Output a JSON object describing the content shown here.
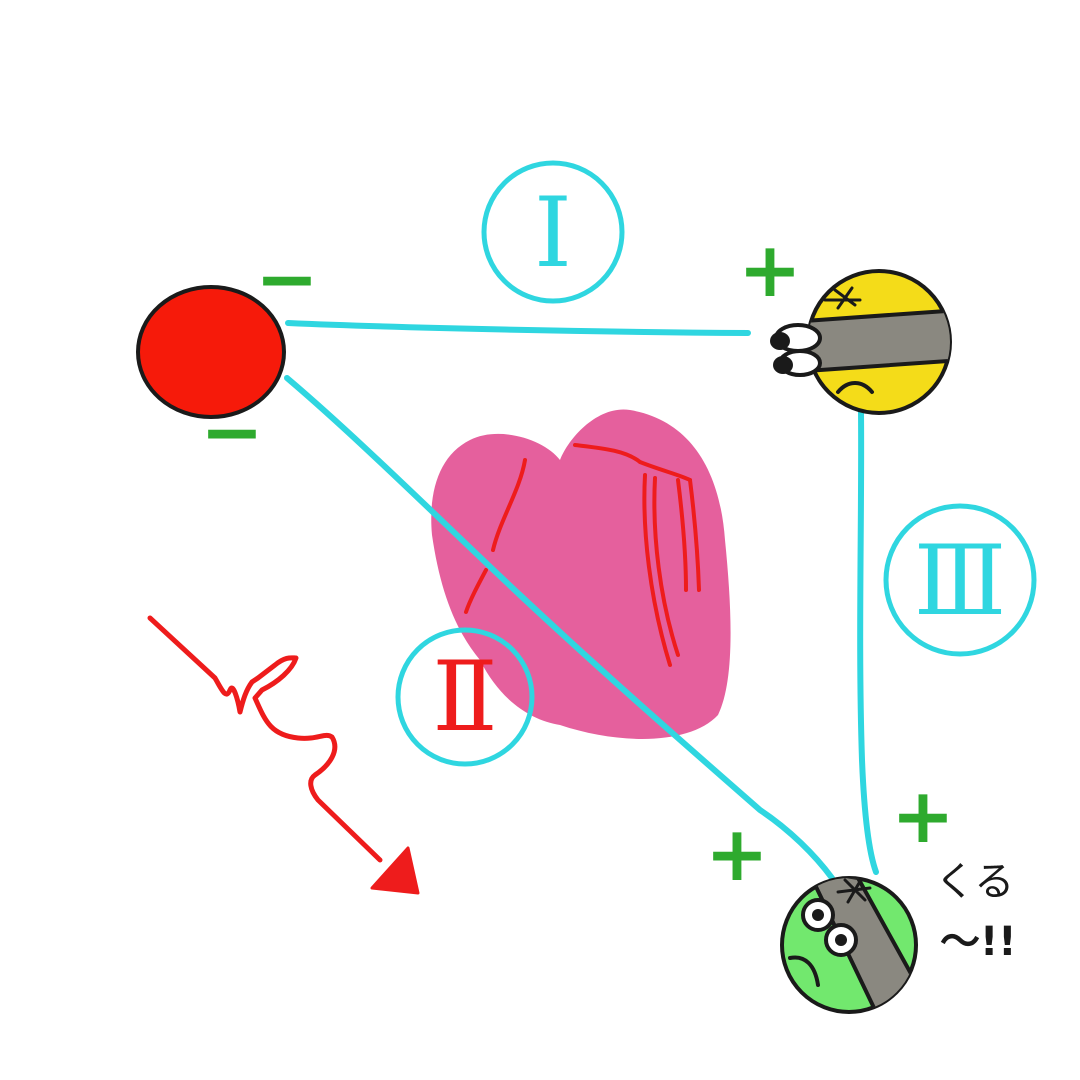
{
  "colors": {
    "lead_line": "#2fd6e0",
    "sign": "#2eaa2e",
    "heart": "#e5609d",
    "vessel": "#ee1c1c",
    "right_arm": "#f61a0a",
    "left_arm": "#f4dc19",
    "left_leg": "#72e86e",
    "band": "#8a8880",
    "outline": "#1a1a1a"
  },
  "leads": [
    {
      "label": "Ⅰ",
      "color": "#2fd6e0"
    },
    {
      "label": "Ⅱ",
      "color": "#ee1c1c"
    },
    {
      "label": "Ⅲ",
      "color": "#2fd6e0"
    }
  ],
  "signs": {
    "right_arm_top": "−",
    "right_arm_bottom": "−",
    "left_arm": "+",
    "left_leg_left": "+",
    "left_leg_right": "+"
  },
  "electrodes": {
    "right_arm": {
      "fill": "#f61a0a"
    },
    "left_arm": {
      "fill": "#f4dc19",
      "icon": "grumpy-face-icon"
    },
    "left_leg": {
      "fill": "#72e86e",
      "icon": "surprised-face-icon"
    }
  },
  "speech": {
    "line1": "くる",
    "line2": "〜!!"
  },
  "icons": {
    "heart": "heart-blob-icon",
    "ecg_arrow": "ecg-arrow-icon"
  }
}
